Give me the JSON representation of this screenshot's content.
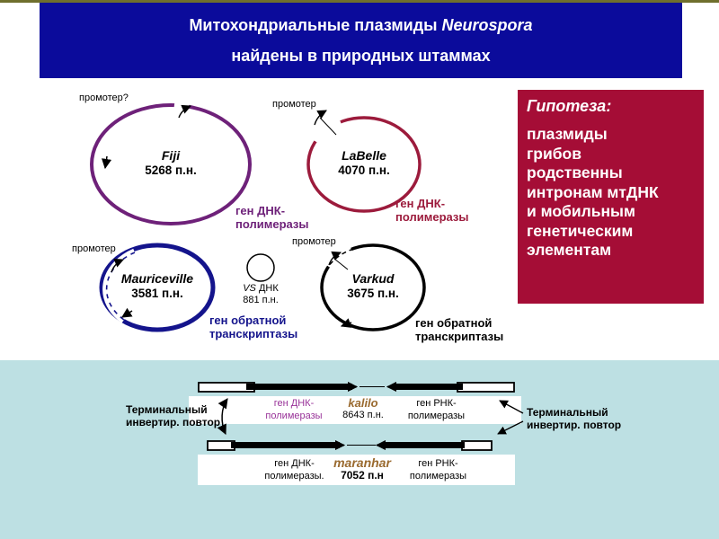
{
  "colors": {
    "top_rule": "#6f6f2d",
    "title_bg": "#0b0b9b",
    "hypothesis_bg": "#a50d36",
    "band_bg": "#bde0e3",
    "fiji": "#6e2179",
    "labelle": "#9c1b3c",
    "mauriceville": "#14148c",
    "varkud": "#000000",
    "gene_purple": "#993399",
    "name_brown": "#9a6a2f"
  },
  "title": {
    "line1_regular": "Митохондриальные плазмиды ",
    "line1_italic": "Neurospora",
    "line2": "найдены в природных штаммах"
  },
  "hypothesis": {
    "heading": "Гипотеза:",
    "lines": [
      "плазмиды",
      "грибов",
      "родственны",
      "интронам мтДНК",
      "и мобильным",
      "генетическим",
      "элементам"
    ]
  },
  "circles": [
    {
      "name": "Fiji",
      "size": "5268 п.н.",
      "promoter": "промотер?",
      "gene_l1": "ген ДНК-",
      "gene_l2": "полимеразы"
    },
    {
      "name": "LaBelle",
      "size": "4070 п.н.",
      "promoter": "промотер",
      "gene_l1": "ген ДНК-",
      "gene_l2": "полимеразы"
    },
    {
      "name": "Mauriceville",
      "size": "3581 п.н.",
      "promoter": "промотер",
      "gene_l1": "ген обратной",
      "gene_l2": "транскриптазы"
    },
    {
      "name": "Varkud",
      "size": "3675 п.н.",
      "promoter": "промотер",
      "gene_l1": "ген обратной",
      "gene_l2": "транскриптазы"
    }
  ],
  "vs_circle": {
    "name_italic": "VS",
    "name_rest": " ДНК",
    "size": "881 п.н."
  },
  "linear": {
    "left_label_l1": "Терминальный",
    "left_label_l2": "инвертир. повтор",
    "right_label_l1": "Терминальный",
    "right_label_l2": "инвертир. повтор",
    "plasmids": [
      {
        "gene_left_l1": "ген ДНК-",
        "gene_left_l2": "полимеразы",
        "name": "kalilo",
        "size": "8643 п.н.",
        "gene_right_l1": "ген РНК-",
        "gene_right_l2": "полимеразы"
      },
      {
        "gene_left_l1": "ген ДНК-",
        "gene_left_l2": "полимеразы.",
        "name": "maranhar",
        "size": "7052 п.н",
        "gene_right_l1": "ген РНК-",
        "gene_right_l2": "полимеразы"
      }
    ]
  }
}
